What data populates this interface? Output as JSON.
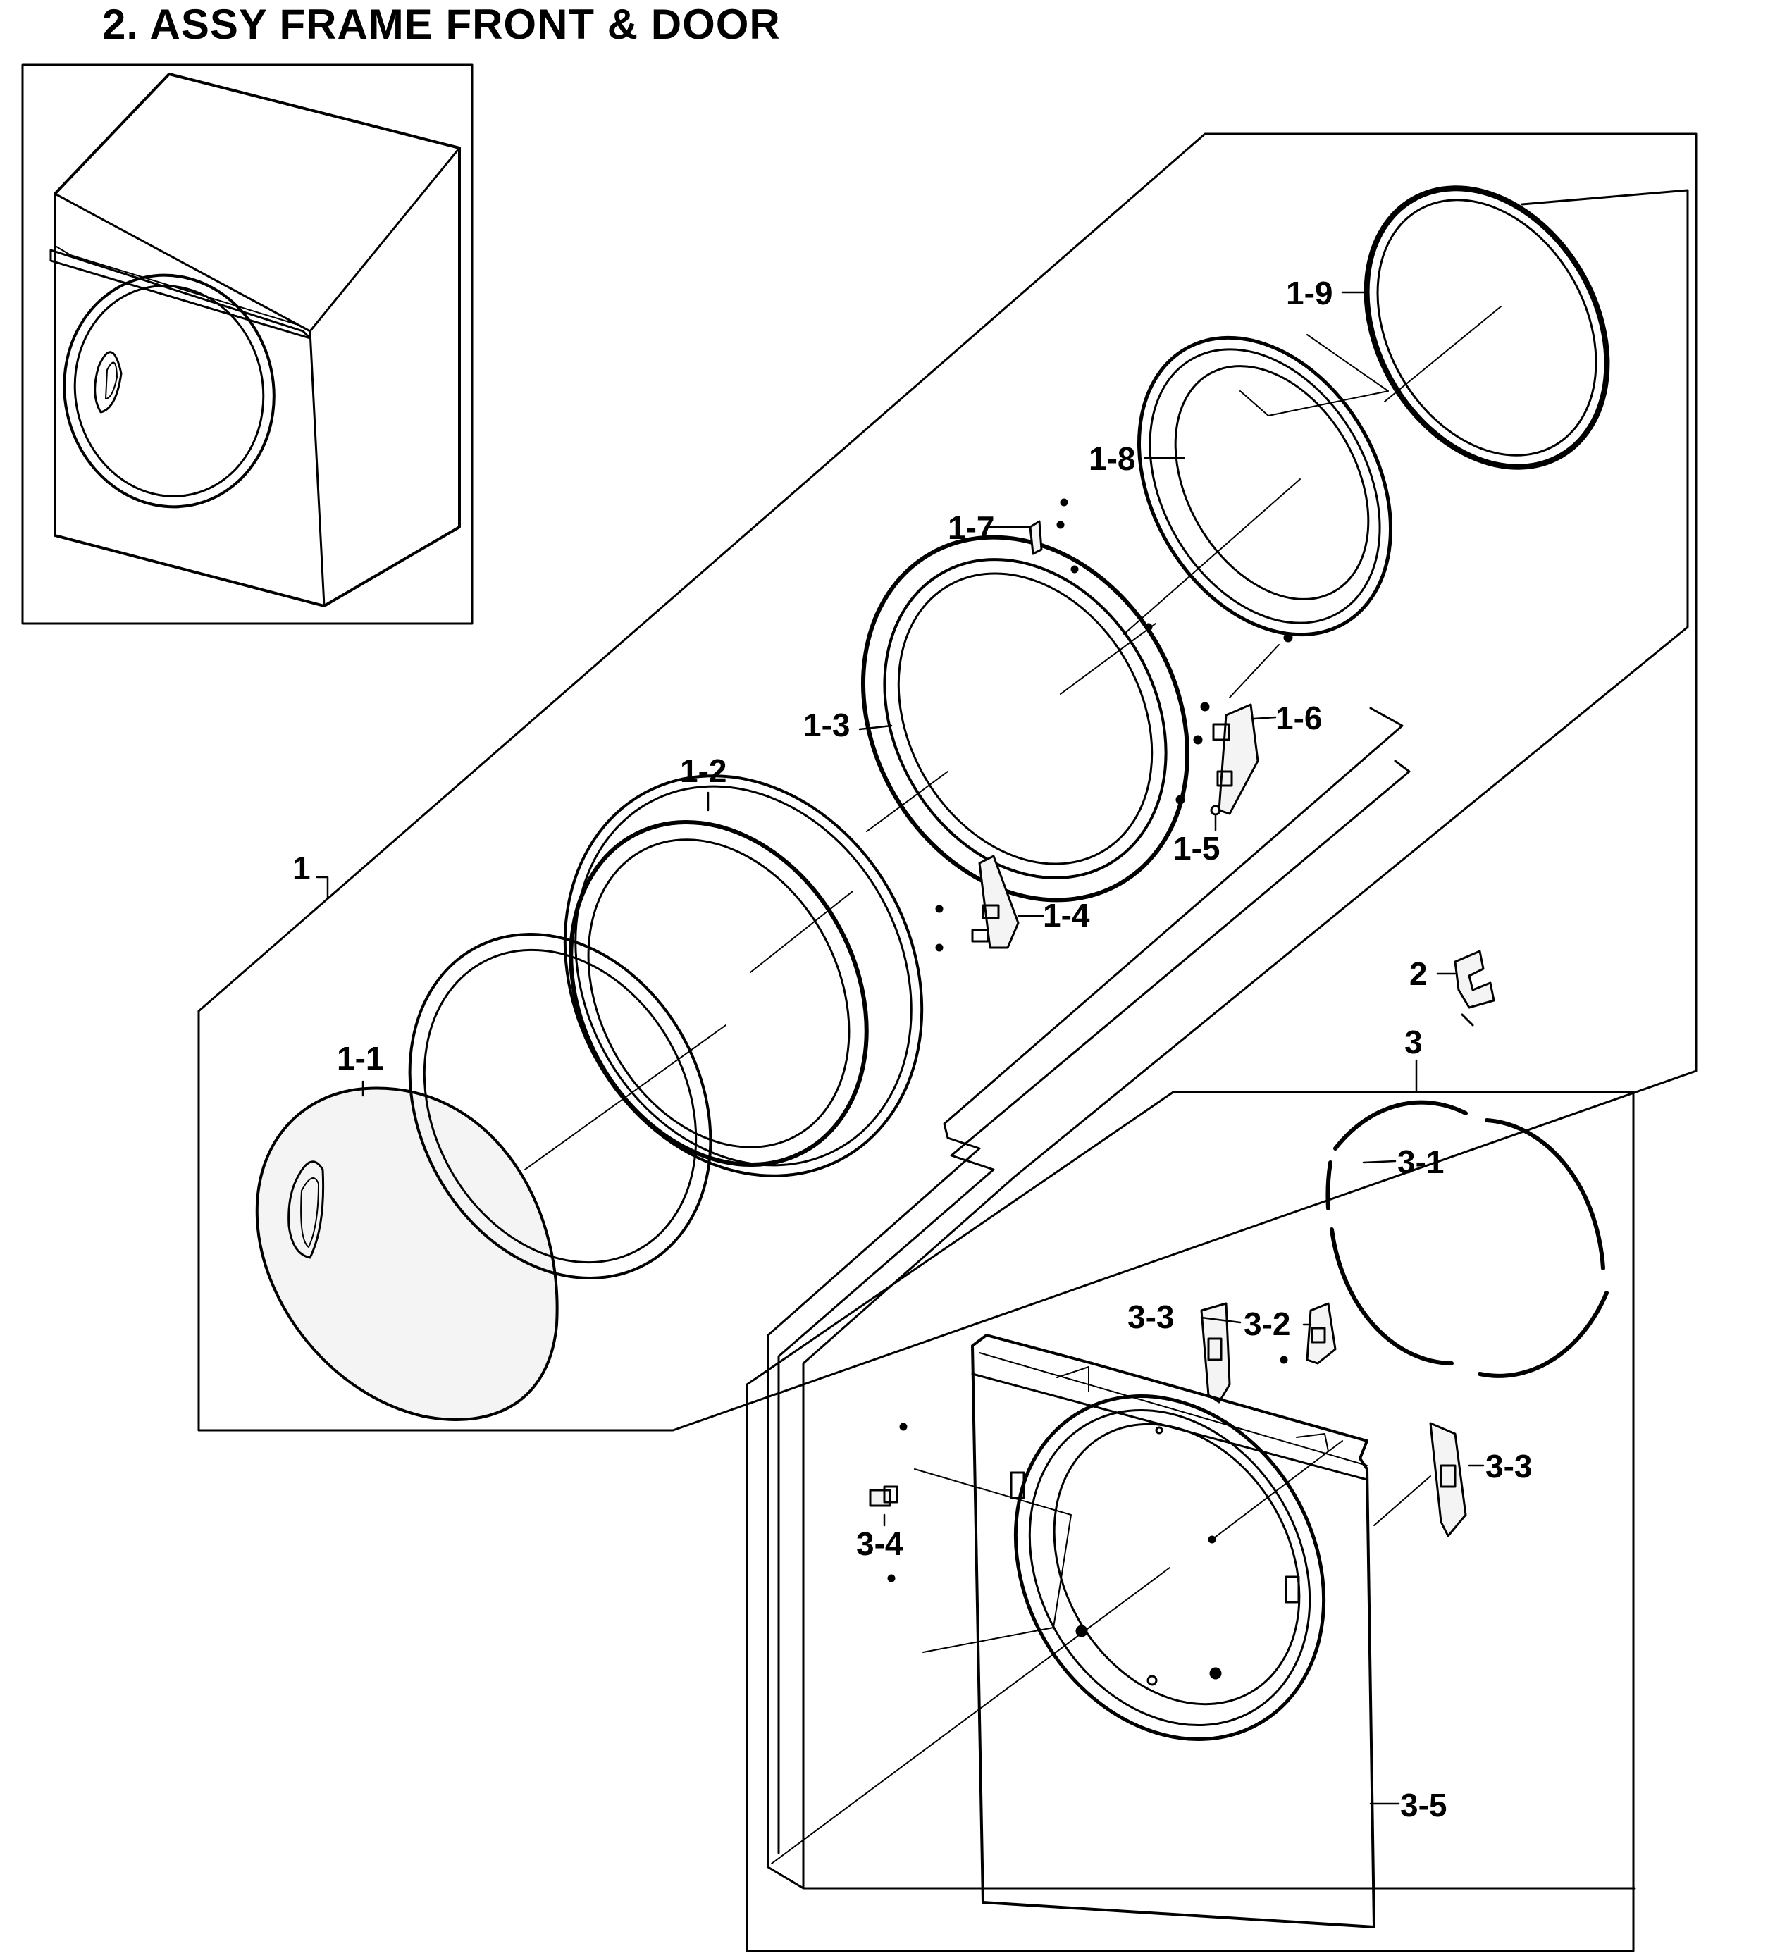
{
  "title": "2. ASSY FRAME FRONT & DOOR",
  "labels": {
    "p1": "1",
    "p1_1": "1-1",
    "p1_2": "1-2",
    "p1_3": "1-3",
    "p1_4": "1-4",
    "p1_5": "1-5",
    "p1_6": "1-6",
    "p1_7": "1-7",
    "p1_8": "1-8",
    "p1_9": "1-9",
    "p2": "2",
    "p3": "3",
    "p3_1": "3-1",
    "p3_2": "3-2",
    "p3_3a": "3-3",
    "p3_3b": "3-3",
    "p3_4": "3-4",
    "p3_5": "3-5"
  },
  "colors": {
    "line": "#000000",
    "background": "#ffffff",
    "part_fill": "#f4f4f4"
  }
}
